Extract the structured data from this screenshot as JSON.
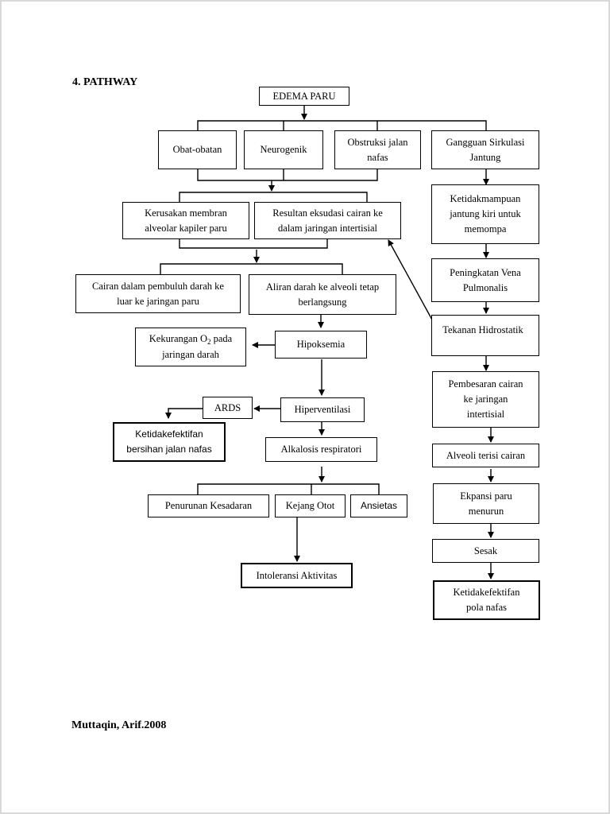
{
  "heading": "4. PATHWAY",
  "citation": "Muttaqin, Arif.2008",
  "nodes": {
    "edema_paru": "EDEMA PARU",
    "obat": "Obat-obatan",
    "neurogenik": "Neurogenik",
    "obstruksi": "Obstruksi jalan\nnafas",
    "gangguan": "Gangguan Sirkulasi\nJantung",
    "kerusakan": "Kerusakan membran\nalveolar kapiler paru",
    "resultan": "Resultan eksudasi cairan ke\ndalam jaringan intertisial",
    "ketidakmampuan": "Ketidakmampuan\njantung kiri untuk\nmemompa",
    "peningkatan": "Peningkatan Vena\nPulmonalis",
    "cairan": "Cairan dalam pembuluh darah ke\nluar ke jaringan paru",
    "aliran": "Aliran darah ke alveoli tetap\nberlangsung",
    "tekanan": "Tekanan Hidrostatik",
    "kekurangan_pre": "Kekurangan O",
    "kekurangan_sub": "2",
    "kekurangan_post": " pada\njaringan darah",
    "hipoksemia": "Hipoksemia",
    "pembesaran": "Pembesaran cairan\nke jaringan\nintertisial",
    "ards": "ARDS",
    "hiperventilasi": "Hiperventilasi",
    "ketidakefektifan_bersihan": "Ketidakefektifan\nbersihan jalan nafas",
    "alkalosis": "Alkalosis respiratori",
    "alveoli": "Alveoli terisi cairan",
    "ekpansi": "Ekpansi paru\nmenurun",
    "penurunan": "Penurunan Kesadaran",
    "kejang": "Kejang Otot",
    "ansietas": "Ansietas",
    "sesak": "Sesak",
    "intoleransi": "Intoleransi Aktivitas",
    "ketidakefektifan_pola": "Ketidakefektifan\npola nafas"
  }
}
